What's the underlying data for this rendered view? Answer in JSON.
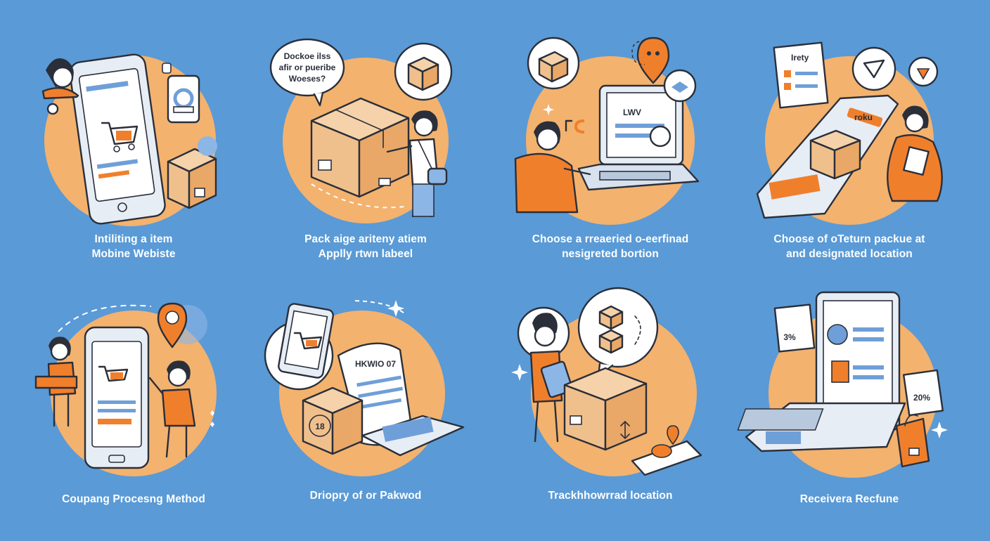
{
  "colors": {
    "background": "#5a9ad6",
    "circle": "#f3b26e",
    "accent": "#f07f2c",
    "device": "#e7edf5",
    "screen": "#ffffff",
    "box": "#f0c08c",
    "outline": "#2a2f3a",
    "ui_blue": "#6f9fd8"
  },
  "steps": [
    {
      "caption_line1": "Intiliting a item",
      "caption_line2": "Mobine Webiste",
      "icons": [
        "person-icon",
        "smartphone-icon",
        "shopping-cart-icon",
        "box-icon",
        "chat-bubble-icon"
      ]
    },
    {
      "caption_line1": "Pack aige ariteny atiem",
      "caption_line2": "Applly rtwn labeel",
      "bubble_text": [
        "Dockoe ilss",
        "afir or pueribe",
        "Woeses?"
      ],
      "icons": [
        "speech-bubble-icon",
        "cardboard-box-icon",
        "person-icon",
        "shoulder-bag-icon"
      ]
    },
    {
      "caption_line1": "Choose a rreaeried o-eerfinad",
      "caption_line2": "nesigreted bortion",
      "screen_text": "LWV",
      "icons": [
        "person-icon",
        "laptop-icon",
        "location-pin-icon",
        "box-icon"
      ]
    },
    {
      "caption_line1": "Choose of oTeturn packue at",
      "caption_line2": "and designated location",
      "doc_text": "Irety",
      "tag_text": "roku",
      "icons": [
        "document-icon",
        "tablet-icon",
        "box-icon",
        "person-icon",
        "chat-bubble-icon"
      ]
    },
    {
      "caption_line1": "Coupang Procesng Method",
      "caption_line2": "",
      "icons": [
        "smartphone-icon",
        "shopping-cart-icon",
        "location-pin-icon",
        "person-icon",
        "person-icon"
      ]
    },
    {
      "caption_line1": "Driopry of or Pakwod",
      "caption_line2": "",
      "receipt_title": "HKWIO 07",
      "box_number": "18",
      "icons": [
        "tablet-icon",
        "shopping-cart-icon",
        "receipt-icon",
        "box-icon",
        "laptop-icon"
      ]
    },
    {
      "caption_line1": "Trackhhowrrad location",
      "caption_line2": "",
      "icons": [
        "person-icon",
        "tablet-icon",
        "box-icon",
        "speech-bubble-icon",
        "ticket-icon"
      ]
    },
    {
      "caption_line1": "Receivera Recfune",
      "caption_line2": "",
      "card_text": "3%",
      "tag_text": "20%",
      "icons": [
        "laptop-icon",
        "card-icon",
        "shopping-bag-icon",
        "price-tag-icon"
      ]
    }
  ]
}
